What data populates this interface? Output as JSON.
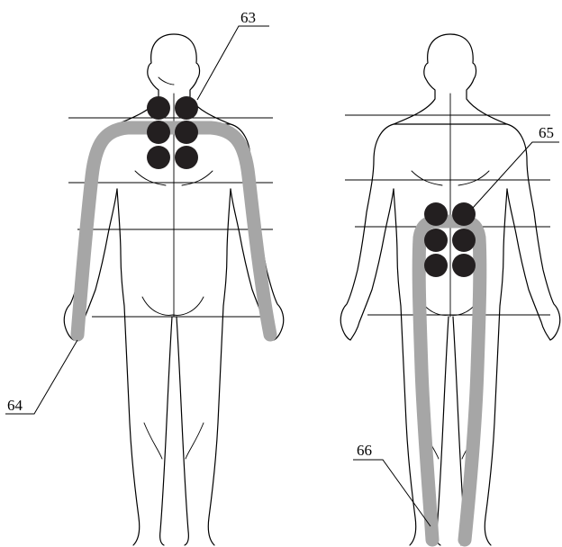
{
  "labels": {
    "neck_electrodes": "63",
    "arm_bands": "64",
    "lumbar_electrodes": "65",
    "leg_bands": "66"
  },
  "colors": {
    "electrode": "#231f20",
    "band": "#a6a6a6",
    "line": "#000000"
  }
}
